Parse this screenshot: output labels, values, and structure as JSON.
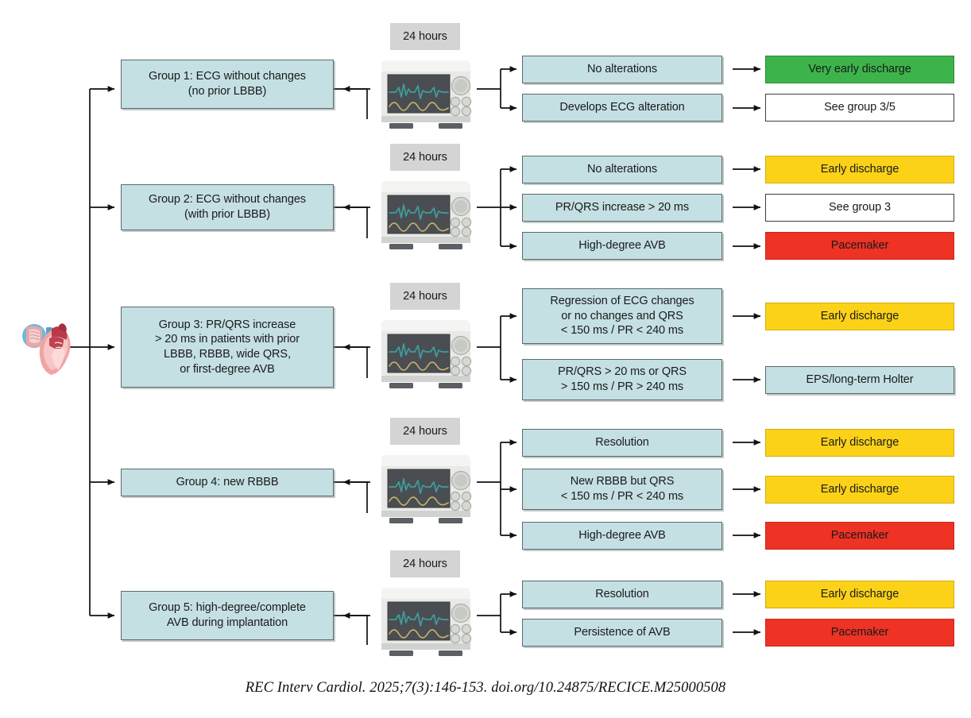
{
  "figure": {
    "caption": "REC Interv Cardiol. 2025;7(3):146-153. doi.org/10.24875/RECICE.M25000508",
    "monitor_label": "24 hours",
    "colors": {
      "group_box": "#c5e0e3",
      "outcome_green": "#3cb44b",
      "outcome_yellow": "#fbd218",
      "outcome_red": "#ee3224",
      "outcome_white": "#ffffff",
      "chip_gray": "#d4d4d4",
      "ecg_trace_green": "#3f9e9e",
      "ecg_trace_yellow": "#c3b06a"
    }
  },
  "groups": [
    {
      "id": "group1",
      "label": "Group 1: ECG without changes\n(no prior LBBB)"
    },
    {
      "id": "group2",
      "label": "Group 2: ECG without changes\n(with prior LBBB)"
    },
    {
      "id": "group3",
      "label": "Group 3: PR/QRS increase\n> 20 ms in patients with prior\nLBBB, RBBB, wide QRS,\nor first-degree AVB"
    },
    {
      "id": "group4",
      "label": "Group 4: new RBBB"
    },
    {
      "id": "group5",
      "label": "Group 5: high-degree/complete\nAVB during implantation"
    }
  ],
  "branches": [
    {
      "group": "group1",
      "finding": "No alterations",
      "outcome": "Very early discharge",
      "outcome_style": "green"
    },
    {
      "group": "group1",
      "finding": "Develops ECG alteration",
      "outcome": "See group 3/5",
      "outcome_style": "white"
    },
    {
      "group": "group2",
      "finding": "No alterations",
      "outcome": "Early discharge",
      "outcome_style": "yellow"
    },
    {
      "group": "group2",
      "finding": "PR/QRS increase > 20 ms",
      "outcome": "See group 3",
      "outcome_style": "white"
    },
    {
      "group": "group2",
      "finding": "High-degree AVB",
      "outcome": "Pacemaker",
      "outcome_style": "red"
    },
    {
      "group": "group3",
      "finding": "Regression of ECG changes\nor no changes and QRS\n< 150 ms / PR < 240 ms",
      "outcome": "Early discharge",
      "outcome_style": "yellow"
    },
    {
      "group": "group3",
      "finding": "PR/QRS > 20 ms or QRS\n> 150 ms / PR > 240 ms",
      "outcome": "EPS/long-term Holter",
      "outcome_style": "blue"
    },
    {
      "group": "group4",
      "finding": "Resolution",
      "outcome": "Early discharge",
      "outcome_style": "yellow"
    },
    {
      "group": "group4",
      "finding": "New RBBB but QRS\n< 150 ms / PR < 240 ms",
      "outcome": "Early discharge",
      "outcome_style": "yellow"
    },
    {
      "group": "group4",
      "finding": "High-degree AVB",
      "outcome": "Pacemaker",
      "outcome_style": "red"
    },
    {
      "group": "group5",
      "finding": "Resolution",
      "outcome": "Early discharge",
      "outcome_style": "yellow"
    },
    {
      "group": "group5",
      "finding": "Persistence of AVB",
      "outcome": "Pacemaker",
      "outcome_style": "red"
    }
  ],
  "monitors": [
    {
      "label": "24 hours"
    },
    {
      "label": "24 hours"
    },
    {
      "label": "24 hours"
    },
    {
      "label": "24 hours"
    },
    {
      "label": "24 hours"
    }
  ]
}
